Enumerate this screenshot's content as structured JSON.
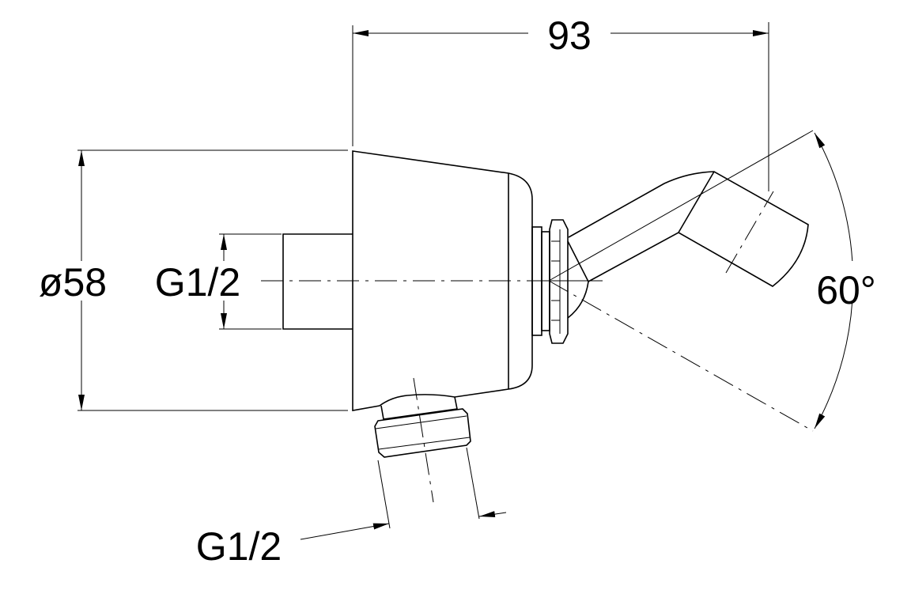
{
  "drawing": {
    "dimensions": {
      "width_label": "93",
      "diameter_label": "ø58",
      "inlet_thread_label": "G1/2",
      "outlet_thread_label": "G1/2",
      "angle_label": "60°"
    }
  }
}
